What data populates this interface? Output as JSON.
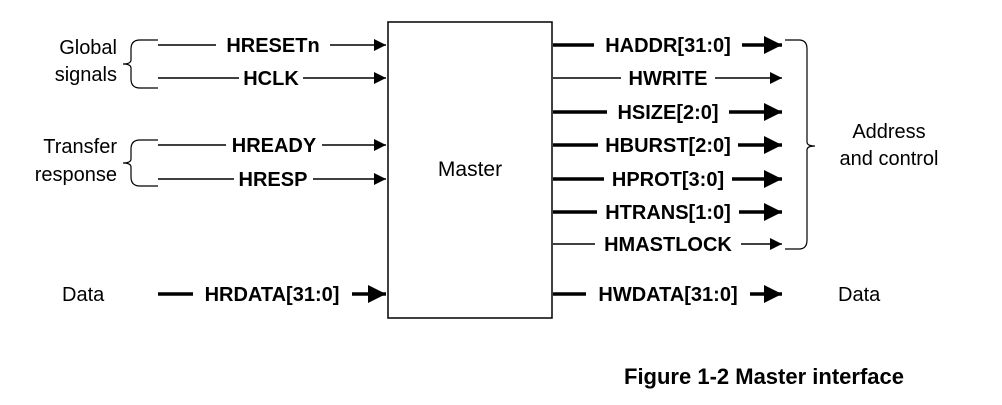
{
  "master": {
    "label": "Master"
  },
  "groups": {
    "global": [
      "Global",
      "signals"
    ],
    "transfer": [
      "Transfer",
      "response"
    ],
    "address": [
      "Address",
      "and control"
    ],
    "data_in": "Data",
    "data_out": "Data"
  },
  "inputs": [
    {
      "id": "hresetn",
      "label": "HRESETn",
      "bus": false
    },
    {
      "id": "hclk",
      "label": "HCLK",
      "bus": false
    },
    {
      "id": "hready",
      "label": "HREADY",
      "bus": false
    },
    {
      "id": "hresp",
      "label": "HRESP",
      "bus": false
    },
    {
      "id": "hrdata",
      "label": "HRDATA[31:0]",
      "bus": true
    }
  ],
  "outputs": [
    {
      "id": "haddr",
      "label": "HADDR[31:0]",
      "bus": true
    },
    {
      "id": "hwrite",
      "label": "HWRITE",
      "bus": false
    },
    {
      "id": "hsize",
      "label": "HSIZE[2:0]",
      "bus": true
    },
    {
      "id": "hburst",
      "label": "HBURST[2:0]",
      "bus": true
    },
    {
      "id": "hprot",
      "label": "HPROT[3:0]",
      "bus": true
    },
    {
      "id": "htrans",
      "label": "HTRANS[1:0]",
      "bus": true
    },
    {
      "id": "hmastlock",
      "label": "HMASTLOCK",
      "bus": false
    },
    {
      "id": "hwdata",
      "label": "HWDATA[31:0]",
      "bus": true
    }
  ],
  "caption": "Figure 1-2 Master interface"
}
